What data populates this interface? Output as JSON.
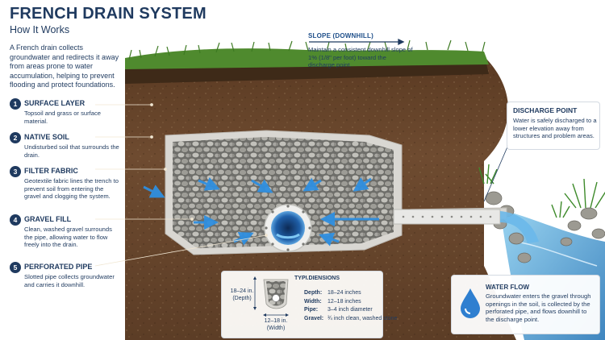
{
  "header": {
    "title": "FRENCH DRAIN SYSTEM",
    "subtitle": "How It Works",
    "intro": "A French drain collects groundwater and redirects it away from areas prone to water accumulation, helping to prevent flooding and protect foundations."
  },
  "layers": [
    {
      "number": "1",
      "title": "SURFACE LAYER",
      "description": "Topsoil and grass or surface material."
    },
    {
      "number": "2",
      "title": "NATIVE SOIL",
      "description": "Undisturbed soil that surrounds the drain."
    },
    {
      "number": "3",
      "title": "FILTER FABRIC",
      "description": "Geotextile fabric lines the trench to prevent soil from entering the gravel and clogging the system."
    },
    {
      "number": "4",
      "title": "GRAVEL FILL",
      "description": "Clean, washed gravel surrounds the pipe, allowing water to flow freely into the drain."
    },
    {
      "number": "5",
      "title": "PERFORATED PIPE",
      "description": "Slotted pipe collects groundwater and carries it downhill."
    }
  ],
  "slope": {
    "title": "SLOPE (DOWNHILL)",
    "description": "Maintain a consistent downhill slope of 1% (1/8\" per foot) toward the discharge point."
  },
  "discharge": {
    "title": "DISCHARGE POINT",
    "description": "Water is safely discharged to a lower elevation away from structures and problem areas."
  },
  "dimensions": {
    "title": "TYPI.DIENSIONS",
    "depth_line1": "18–24 in.",
    "depth_line2": "(Depth)",
    "width_line1": "12–18 in.",
    "width_line2": "(Width)",
    "rows": [
      {
        "label": "Depth:",
        "value": "18–24 inches"
      },
      {
        "label": "Width:",
        "value": "12–18 inches"
      },
      {
        "label": "Pipe:",
        "value": "3–4 inch diameter"
      },
      {
        "label": "Gravel:",
        "value": "¾ inch clean, washed stone"
      }
    ]
  },
  "water_flow": {
    "title": "WATER FLOW",
    "description": "Groundwater enters the gravel through openings in the soil, is collected by the perforated pipe, and flows downhill to the discharge point."
  },
  "colors": {
    "navy": "#1f3a5f",
    "accent_blue": "#2f7fd0",
    "soil": "#6a4a30",
    "grass": "#4f8a2e",
    "gravel": "#9a9a96"
  },
  "icons": [
    "arrow-right-icon",
    "water-drop-icon",
    "flow-arrow-icon"
  ]
}
